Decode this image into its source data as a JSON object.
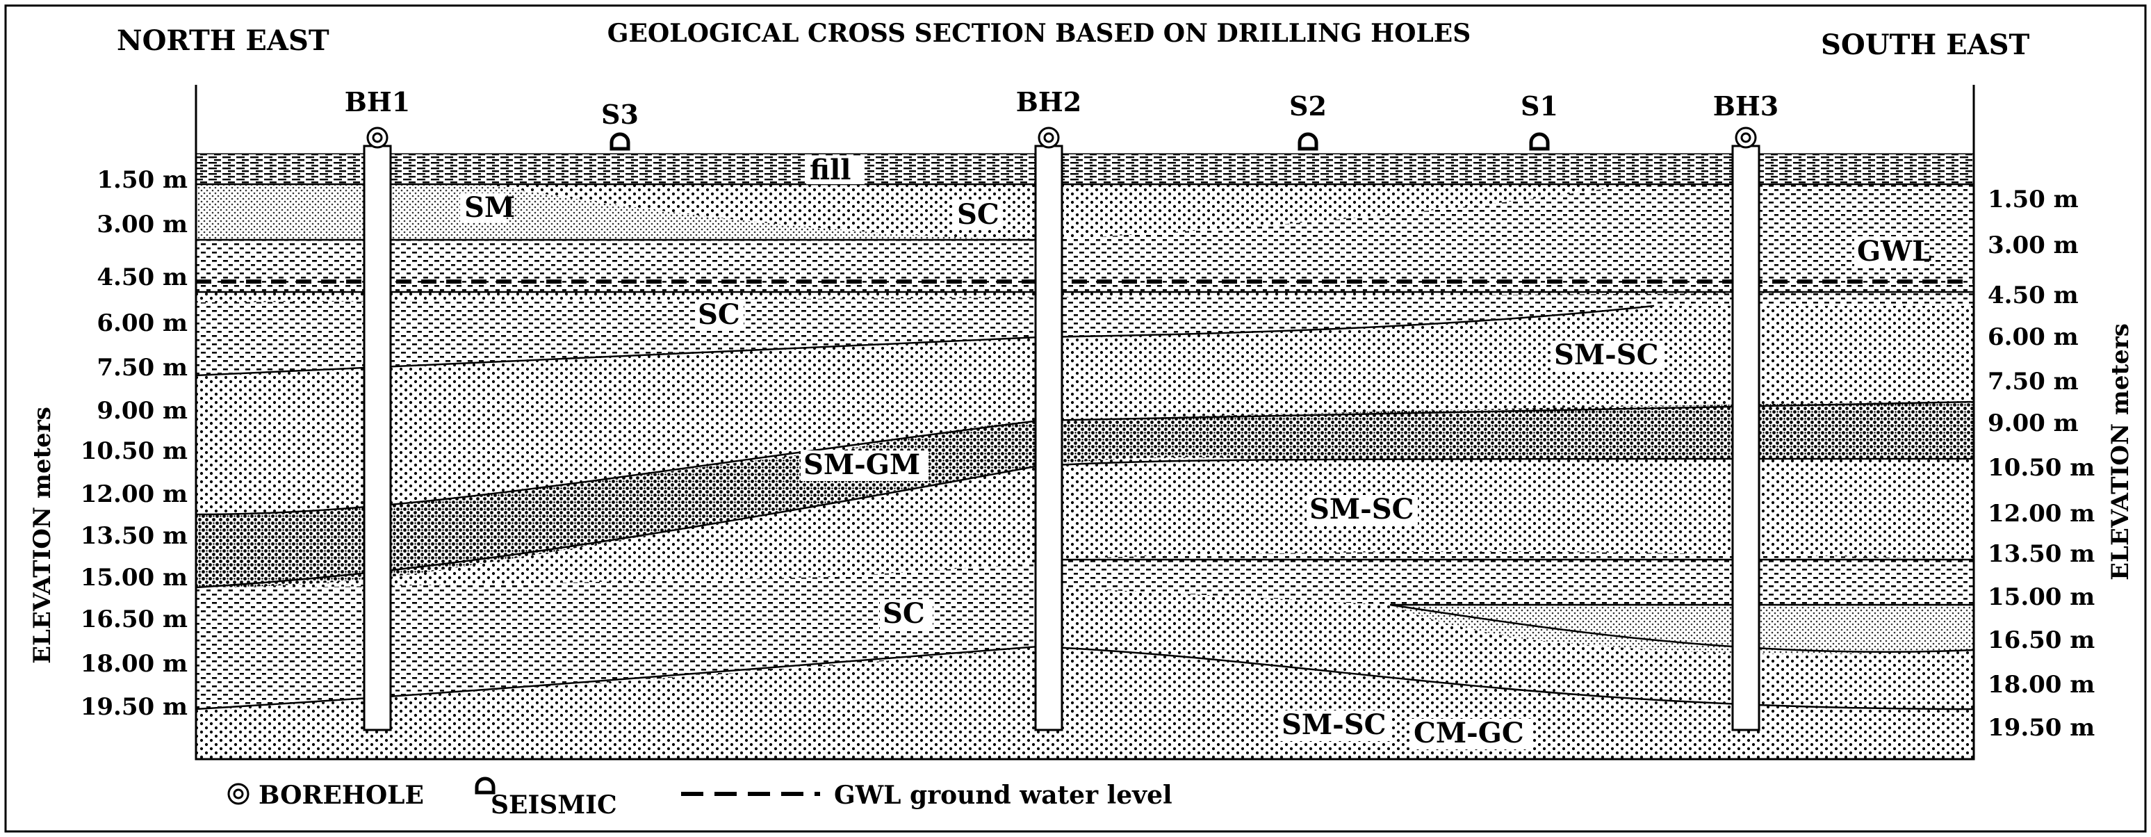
{
  "diagram": {
    "title": "GEOLOGICAL CROSS SECTION BASED ON DRILLING HOLES",
    "left_direction": "NORTH EAST",
    "right_direction": "SOUTH EAST",
    "axis_label": "ELEVATION meters",
    "left_depths": [
      "1.50 m",
      "3.00 m",
      "4.50 m",
      "6.00 m",
      "7.50 m",
      "9.00 m",
      "10.50 m",
      "12.00 m",
      "13.50 m",
      "15.00 m",
      "16.50 m",
      "18.00 m",
      "19.50 m"
    ],
    "right_depths": [
      "1.50 m",
      "3.00 m",
      "4.50 m",
      "6.00 m",
      "7.50 m",
      "9.00 m",
      "10.50 m",
      "12.00 m",
      "13.50 m",
      "15.00 m",
      "16.50 m",
      "18.00 m",
      "19.50 m"
    ],
    "boreholes": [
      "BH1",
      "BH2",
      "BH3"
    ],
    "seismic_points": [
      "S3",
      "S2",
      "S1"
    ],
    "soil_labels": {
      "fill": "fill",
      "sm_top": "SM",
      "sc_top": "SC",
      "gwl": "GWL",
      "sc_mid": "SC",
      "smsc_right_top": "SM-SC",
      "smgm": "SM-GM",
      "smsc_mid": "SM-SC",
      "sc_low": "SC",
      "smsc_bottom": "SM-SC",
      "cmgc": "CM-GC"
    },
    "legend": {
      "borehole": "BOREHOLE",
      "seismic": "SEISMIC",
      "gwl": "GWL ground water level"
    }
  }
}
